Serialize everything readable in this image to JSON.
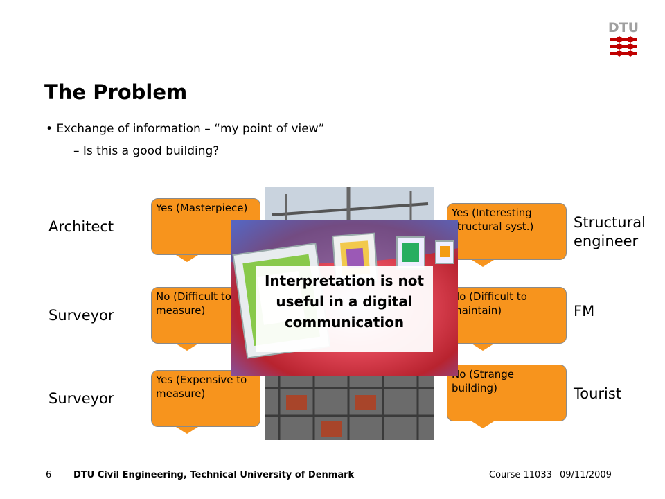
{
  "slide": {
    "title": "The Problem",
    "bullet": "Exchange of information – “my point of view”",
    "sub_bullet": "– Is this a good building?"
  },
  "roles": {
    "architect": "Architect",
    "surveyor_1": "Surveyor",
    "surveyor_2": "Surveyor",
    "structural_line1": "Structural",
    "structural_line2": "engineer",
    "fm": "FM",
    "tourist": "Tourist"
  },
  "callouts": {
    "left_1": "Yes (Masterpiece)",
    "left_2": "No (Difficult to measure)",
    "left_3": "Yes (Expensive to measure)",
    "right_1": "Yes (Interesting structural syst.)",
    "right_2": "No (Difficult to maintain)",
    "right_3": "No (Strange building)"
  },
  "overlay": {
    "message": "Interpretation is not useful in a digital communication"
  },
  "footer": {
    "page_number": "6",
    "institution": "DTU Civil Engineering, Technical University of Denmark",
    "course": "Course 11033",
    "date": "09/11/2009"
  },
  "colors": {
    "callout_fill": "#f7941d",
    "dtu_red": "#c00000",
    "logo_grey": "#a0a0a0"
  },
  "icons": {
    "logo": "dtu-logo-icon"
  }
}
